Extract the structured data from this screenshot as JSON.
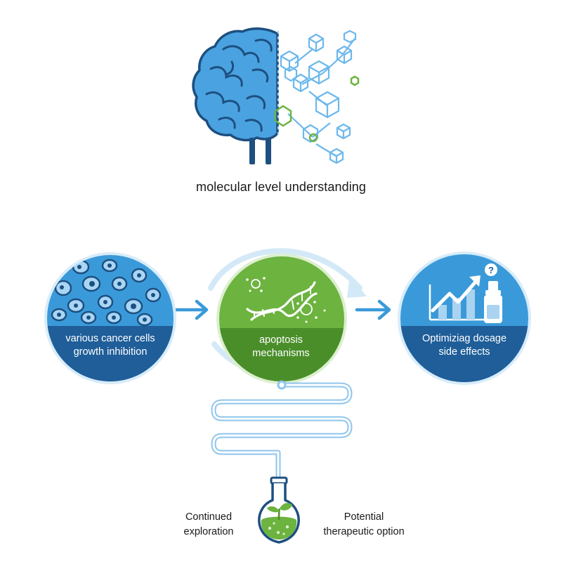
{
  "title": "molecular level understanding",
  "stages": {
    "left": {
      "line1": "various cancer cells",
      "line2": "growth inhibition"
    },
    "middle": {
      "line1": "apoptosis",
      "line2": "mechanisms"
    },
    "right": {
      "line1": "Optimiziag dosage",
      "line2": "side effects"
    }
  },
  "outcomes": {
    "left": {
      "line1": "Continued",
      "line2": "exploration"
    },
    "right": {
      "line1": "Potential",
      "line2": "therapeutic option"
    }
  },
  "colors": {
    "blue": "#3a9ad9",
    "dark_blue": "#1f5e99",
    "green": "#6cb33f",
    "dark_green": "#4a8e2a",
    "light_blue": "#a9d3ef",
    "outline": "#1d4f80"
  },
  "icons": {
    "top": "brain-molecule-icon",
    "middle": "dna-icon",
    "right": "bar-chart-arrow-icon",
    "vial": "dropper-bottle-icon",
    "flask": "flask-sprout-icon"
  }
}
